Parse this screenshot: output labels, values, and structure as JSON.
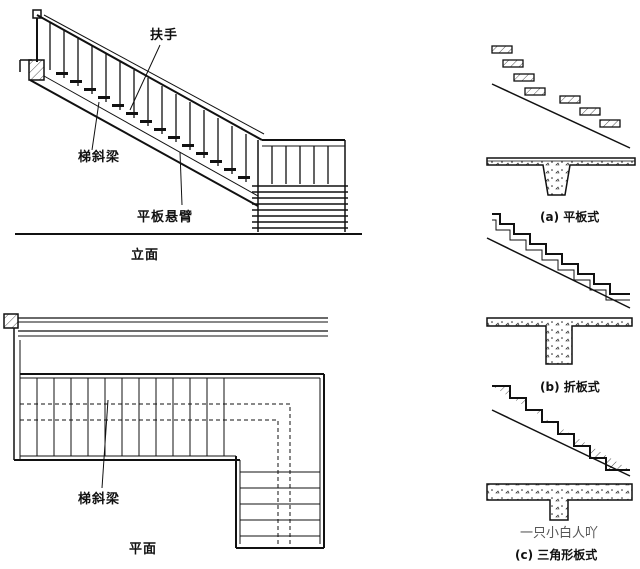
{
  "labels": {
    "handrail": "扶手",
    "stringer": "梯斜梁",
    "cantilever": "平板悬臂",
    "elevation": "立面",
    "plan_stringer": "梯斜梁",
    "plan": "平面"
  },
  "captions": {
    "a": "(a) 平板式",
    "b": "(b) 折板式",
    "c": "(c) 三角形板式"
  },
  "watermark": "一只小白人吖"
}
